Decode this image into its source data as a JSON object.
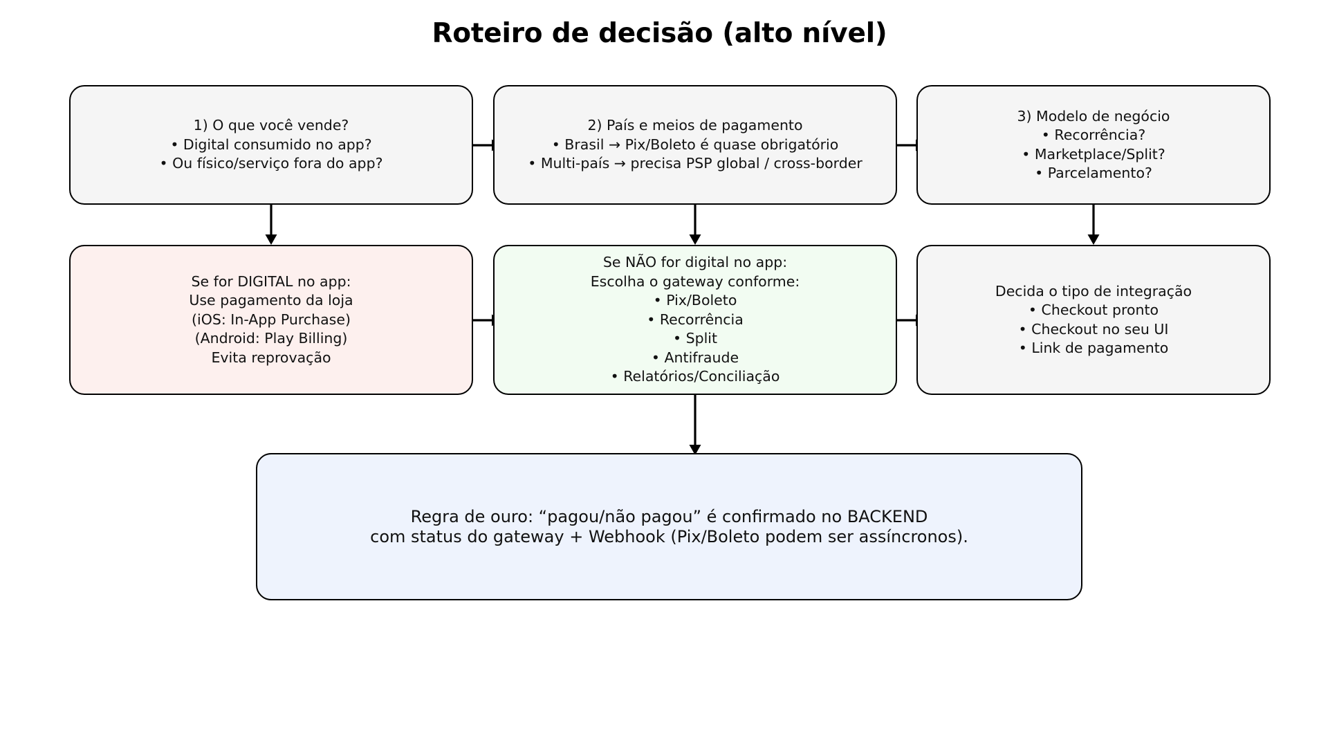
{
  "title": "Roteiro de decisão (alto nível)",
  "colors": {
    "page_background": "#ffffff",
    "node_border": "#000000",
    "gray_fill": "#f5f5f5",
    "pink_fill": "#fdf0ee",
    "green_fill": "#f2fcf2",
    "blue_fill": "#eef3fd",
    "text": "#111111"
  },
  "nodes": {
    "sell": {
      "lines": [
        "1) O que você vende?",
        "• Digital consumido no app?",
        "• Ou físico/serviço fora do app?"
      ]
    },
    "country": {
      "lines": [
        "2) País e meios de pagamento",
        "• Brasil → Pix/Boleto é quase obrigatório",
        "• Multi-país → precisa PSP global / cross-border"
      ]
    },
    "business": {
      "lines": [
        "3) Modelo de negócio",
        "• Recorrência?",
        "• Marketplace/Split?",
        "• Parcelamento?"
      ]
    },
    "digital": {
      "lines": [
        "Se for DIGITAL no app:",
        "Use pagamento da loja",
        "(iOS: In-App Purchase)",
        "(Android: Play Billing)",
        "Evita reprovação"
      ]
    },
    "notdigital": {
      "lines": [
        "Se NÃO for digital no app:",
        "Escolha o gateway conforme:",
        "• Pix/Boleto",
        "• Recorrência",
        "• Split",
        "• Antifraude",
        "• Relatórios/Conciliação"
      ]
    },
    "integration": {
      "lines": [
        "Decida o tipo de integração",
        "• Checkout pronto",
        "• Checkout no seu UI",
        "• Link de pagamento"
      ]
    },
    "goldenrule": {
      "lines": [
        "Regra de ouro: “pagou/não pagou” é confirmado no BACKEND",
        "com status do gateway + Webhook (Pix/Boleto podem ser assíncronos)."
      ]
    }
  },
  "connectors": [
    {
      "name": "sell-to-country",
      "direction": "right"
    },
    {
      "name": "country-to-business",
      "direction": "right"
    },
    {
      "name": "sell-to-digital",
      "direction": "down"
    },
    {
      "name": "country-to-notdigital",
      "direction": "down"
    },
    {
      "name": "business-to-integration",
      "direction": "down"
    },
    {
      "name": "digital-to-notdigital",
      "direction": "right"
    },
    {
      "name": "notdigital-to-integration",
      "direction": "right"
    },
    {
      "name": "notdigital-to-goldenrule",
      "direction": "down"
    }
  ]
}
